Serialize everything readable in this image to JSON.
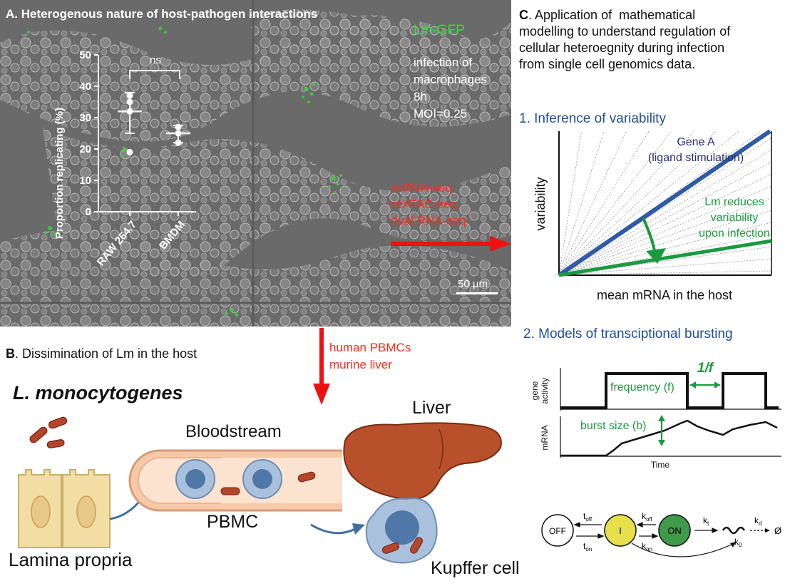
{
  "panel_a": {
    "letter": "A",
    "title": ". Heterogenous nature of host-pathogen interactions",
    "lm_gfp": "Lm-GFP",
    "infection_lines": [
      "infection of",
      "macrophages",
      "8h",
      "MOI=0.25"
    ],
    "seq_methods": [
      "scRNA-seq",
      "scATAC-seq",
      "dual RNA-seq"
    ],
    "scale_bar": "50 µm",
    "plot": {
      "ylabel": "Proportion replicating (%)",
      "yticks": [
        "50",
        "40",
        "30",
        "20",
        "10",
        "0"
      ],
      "significance": "ns",
      "categories": [
        "RAW 264.7",
        "BMDM"
      ]
    }
  },
  "panel_b": {
    "letter": "B",
    "title": ". Dissimination of Lm in the host",
    "down_labels": [
      "human PBMCs",
      "murine liver"
    ],
    "organism": "L. monocytogenes",
    "labels": {
      "bloodstream": "Bloodstream",
      "liver": "Liver",
      "pbmc": "PBMC",
      "lamina": "Lamina propria",
      "kupffer": "Kupffer cell"
    }
  },
  "panel_c": {
    "letter": "C",
    "title_lines": [
      ". Application of  mathematical",
      "modelling to understand regulation of",
      "cellular heteroegnity during infection",
      "from single cell genomics data."
    ],
    "section1": "1. Inference of variability",
    "gene_a": [
      "Gene A",
      "(ligand stimulation)"
    ],
    "lm_reduces": [
      "Lm reduces",
      "variability",
      "upon infection"
    ],
    "ylabel": "variability",
    "xlabel": "mean mRNA in the host",
    "section2": "2. Models of transciptional bursting",
    "freq": "1/f",
    "frequency_label": "frequency (f)",
    "burst_label": "burst size (b)",
    "gene_activity": [
      "gene",
      "activity"
    ],
    "mrna": "mRNA",
    "time": "Time",
    "states": {
      "off": "OFF",
      "i": "I",
      "on": "ON",
      "null": "Ø"
    },
    "rates": {
      "toff": "t",
      "toff_sub": "off",
      "ton": "t",
      "ton_sub": "on",
      "koff": "k",
      "koff_sub": "off",
      "kon": "k",
      "kon_sub": "on",
      "kt": "k",
      "kt_sub": "t",
      "kd": "k",
      "kd_sub": "d",
      "k0": "k",
      "k0_sub": "0"
    }
  },
  "chart_data": {
    "type": "scatter",
    "categories": [
      "RAW 264.7",
      "BMDM"
    ],
    "ylabel": "Proportion replicating (%)",
    "ylim": [
      0,
      50
    ],
    "series": [
      {
        "category": "RAW 264.7",
        "points": [
          19,
          32,
          35,
          37
        ],
        "mean": 32,
        "sd": [
          25,
          38
        ]
      },
      {
        "category": "BMDM",
        "points": [
          22,
          25,
          27
        ],
        "mean": 25,
        "sd": [
          22,
          27.5
        ]
      }
    ]
  },
  "colors": {
    "green": "#0e9a3c",
    "red": "#ff2a1a",
    "gene_line": "#2f5aa6",
    "navy": "#2a2f7a"
  }
}
